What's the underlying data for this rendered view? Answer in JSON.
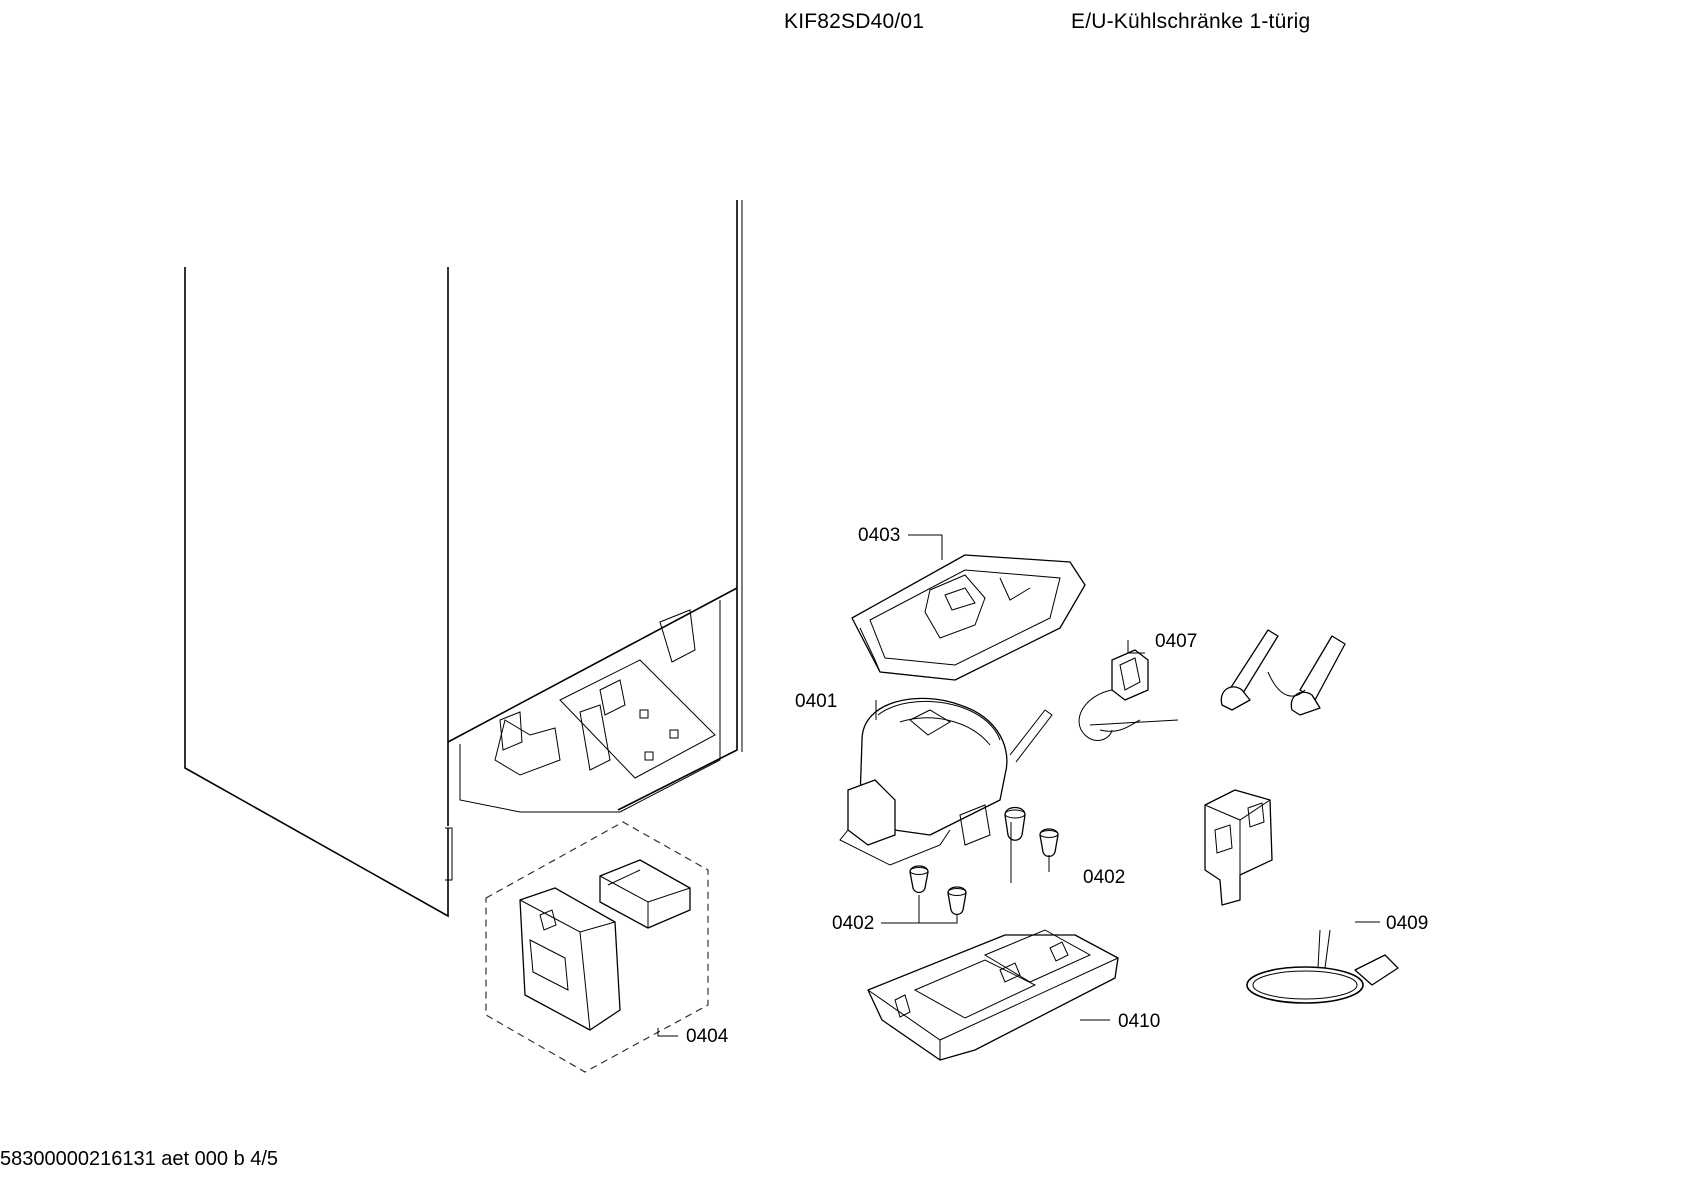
{
  "header": {
    "model": "KIF82SD40/01",
    "title": "E/U-Kühlschränke 1-türig"
  },
  "footer": {
    "code": "58300000216131 aet 000 b 4/5"
  },
  "callouts": {
    "c0401": "0401",
    "c0402a": "0402",
    "c0402b": "0402",
    "c0403": "0403",
    "c0404": "0404",
    "c0407": "0407",
    "c0409": "0409",
    "c0410": "0410"
  }
}
